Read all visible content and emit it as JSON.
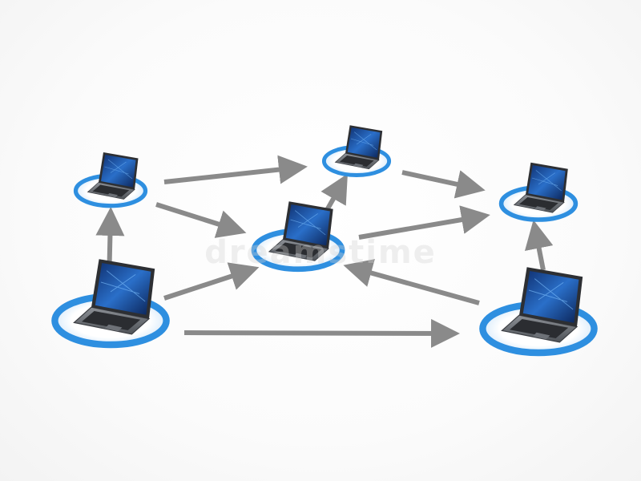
{
  "scene": {
    "description_free": true,
    "watermark_text": "dreamstime"
  },
  "colors": {
    "ring_blue": "#2e8fe0",
    "ring_inner": "#e8f3fc",
    "arrow_gray": "#8a8a8a",
    "laptop_body": "#5e6268",
    "laptop_keyboard": "#2b2d31",
    "screen_blue": "#1b4fa3"
  },
  "nodes": [
    {
      "id": "node-top-left"
    },
    {
      "id": "node-top-center"
    },
    {
      "id": "node-top-right"
    },
    {
      "id": "node-center"
    },
    {
      "id": "node-bottom-left"
    },
    {
      "id": "node-bottom-right"
    }
  ]
}
